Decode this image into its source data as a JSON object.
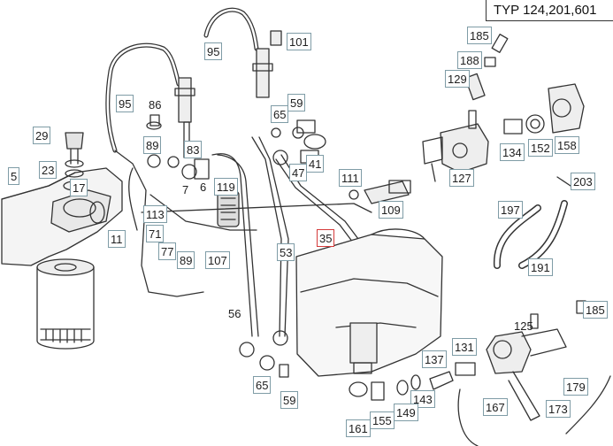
{
  "header": {
    "type_label": "TYP 124,201,601"
  },
  "colors": {
    "label_border": "#7f9ca6",
    "highlight_border": "#d43a3a",
    "line": "#333333"
  },
  "callouts": [
    {
      "id": "c185a",
      "text": "185"
    },
    {
      "id": "c188",
      "text": "188"
    },
    {
      "id": "c129",
      "text": "129"
    },
    {
      "id": "c101",
      "text": "101"
    },
    {
      "id": "c95a",
      "text": "95"
    },
    {
      "id": "c95b",
      "text": "95"
    },
    {
      "id": "c59a",
      "text": "59"
    },
    {
      "id": "c65a",
      "text": "65"
    },
    {
      "id": "c29",
      "text": "29"
    },
    {
      "id": "c89a",
      "text": "89"
    },
    {
      "id": "c83",
      "text": "83"
    },
    {
      "id": "c152",
      "text": "152"
    },
    {
      "id": "c158",
      "text": "158"
    },
    {
      "id": "c134",
      "text": "134"
    },
    {
      "id": "c23",
      "text": "23"
    },
    {
      "id": "c17",
      "text": "17"
    },
    {
      "id": "c5",
      "text": "5"
    },
    {
      "id": "c41",
      "text": "41"
    },
    {
      "id": "c47",
      "text": "47"
    },
    {
      "id": "c111",
      "text": "111"
    },
    {
      "id": "c127",
      "text": "127"
    },
    {
      "id": "c119",
      "text": "119"
    },
    {
      "id": "c203",
      "text": "203"
    },
    {
      "id": "c109",
      "text": "109"
    },
    {
      "id": "c197",
      "text": "197"
    },
    {
      "id": "c113",
      "text": "113"
    },
    {
      "id": "c71",
      "text": "71"
    },
    {
      "id": "c11",
      "text": "11"
    },
    {
      "id": "c35",
      "text": "35",
      "highlight": true
    },
    {
      "id": "c77",
      "text": "77"
    },
    {
      "id": "c89b",
      "text": "89"
    },
    {
      "id": "c107",
      "text": "107"
    },
    {
      "id": "c53",
      "text": "53"
    },
    {
      "id": "c191",
      "text": "191"
    },
    {
      "id": "c185b",
      "text": "185"
    },
    {
      "id": "c131",
      "text": "131"
    },
    {
      "id": "c137",
      "text": "137"
    },
    {
      "id": "c65b",
      "text": "65"
    },
    {
      "id": "c59b",
      "text": "59"
    },
    {
      "id": "c143",
      "text": "143"
    },
    {
      "id": "c179",
      "text": "179"
    },
    {
      "id": "c161",
      "text": "161"
    },
    {
      "id": "c155",
      "text": "155"
    },
    {
      "id": "c149",
      "text": "149"
    },
    {
      "id": "c167",
      "text": "167"
    },
    {
      "id": "c173",
      "text": "173"
    }
  ],
  "plain_labels": [
    {
      "id": "p86",
      "text": "86"
    },
    {
      "id": "p7",
      "text": "7"
    },
    {
      "id": "p6",
      "text": "6"
    },
    {
      "id": "p56",
      "text": "56"
    },
    {
      "id": "p125",
      "text": "125"
    }
  ]
}
